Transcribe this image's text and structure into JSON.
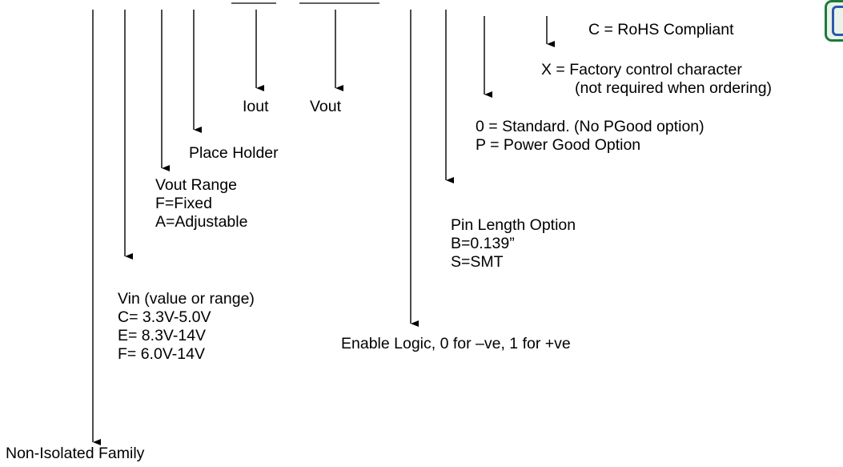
{
  "iout_label": "Iout",
  "vout_label": "Vout",
  "place_holder": "Place Holder",
  "vout_range": {
    "title": "Vout Range",
    "fixed": "F=Fixed",
    "adjustable": "A=Adjustable"
  },
  "vin": {
    "title": "Vin (value or range)",
    "c": "C= 3.3V-5.0V",
    "e": "E= 8.3V-14V",
    "f": "F= 6.0V-14V"
  },
  "family": "Non-Isolated Family",
  "enable_logic": "Enable Logic, 0 for –ve, 1 for +ve",
  "pin_length": {
    "title": "Pin Length Option",
    "b": "B=0.139”",
    "s": "S=SMT"
  },
  "pgood": {
    "standard": "0 = Standard. (No PGood option)",
    "power_good": "P = Power Good Option"
  },
  "factory": {
    "line1": "X = Factory control character",
    "line2": "(not required when ordering)"
  },
  "rohs": "C = RoHS Compliant",
  "logo_icon": "certification-logo-icon"
}
